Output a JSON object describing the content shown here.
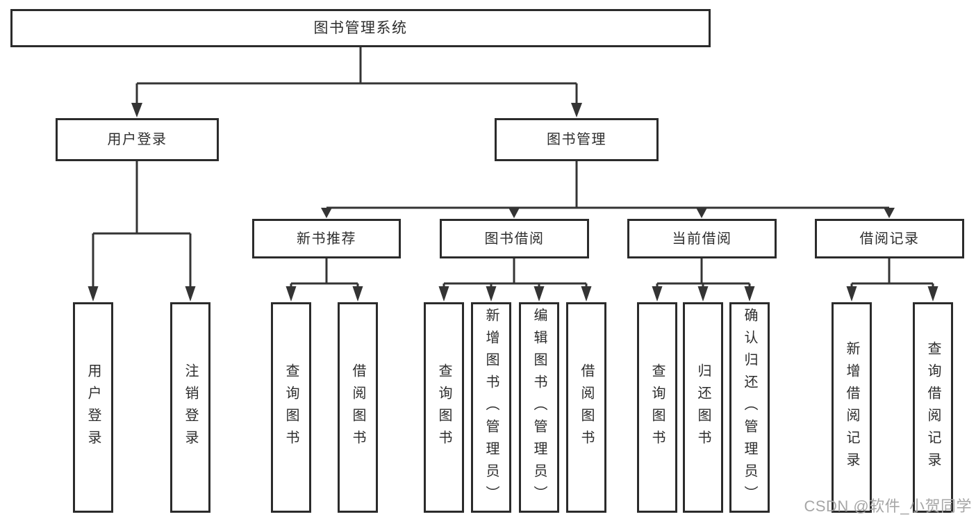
{
  "diagram": {
    "title": "图书管理系统",
    "root": {
      "label": "图书管理系统"
    },
    "level2": [
      {
        "label": "用户登录"
      },
      {
        "label": "图书管理"
      }
    ],
    "level3": [
      {
        "label": "新书推荐",
        "parent": "图书管理"
      },
      {
        "label": "图书借阅",
        "parent": "图书管理"
      },
      {
        "label": "当前借阅",
        "parent": "图书管理"
      },
      {
        "label": "借阅记录",
        "parent": "图书管理"
      }
    ],
    "leaves": [
      {
        "label": "用户登录",
        "parent": "用户登录"
      },
      {
        "label": "注销登录",
        "parent": "用户登录"
      },
      {
        "label": "查询图书",
        "parent": "新书推荐"
      },
      {
        "label": "借阅图书",
        "parent": "新书推荐"
      },
      {
        "label": "查询图书",
        "parent": "图书借阅"
      },
      {
        "label": "新增图书（管理员）",
        "parent": "图书借阅"
      },
      {
        "label": "编辑图书（管理员）",
        "parent": "图书借阅"
      },
      {
        "label": "借阅图书",
        "parent": "图书借阅"
      },
      {
        "label": "查询图书",
        "parent": "当前借阅"
      },
      {
        "label": "归还图书",
        "parent": "当前借阅"
      },
      {
        "label": "确认归还（管理员）",
        "parent": "当前借阅"
      },
      {
        "label": "新增借阅记录",
        "parent": "借阅记录"
      },
      {
        "label": "查询借阅记录",
        "parent": "借阅记录"
      }
    ],
    "colors": {
      "line": "#343434",
      "border": "#2b2b2b",
      "text": "#2d2d2d",
      "background": "#ffffff",
      "watermark": "#a6a6a6"
    }
  },
  "watermark": "CSDN @软件_小贺同学"
}
